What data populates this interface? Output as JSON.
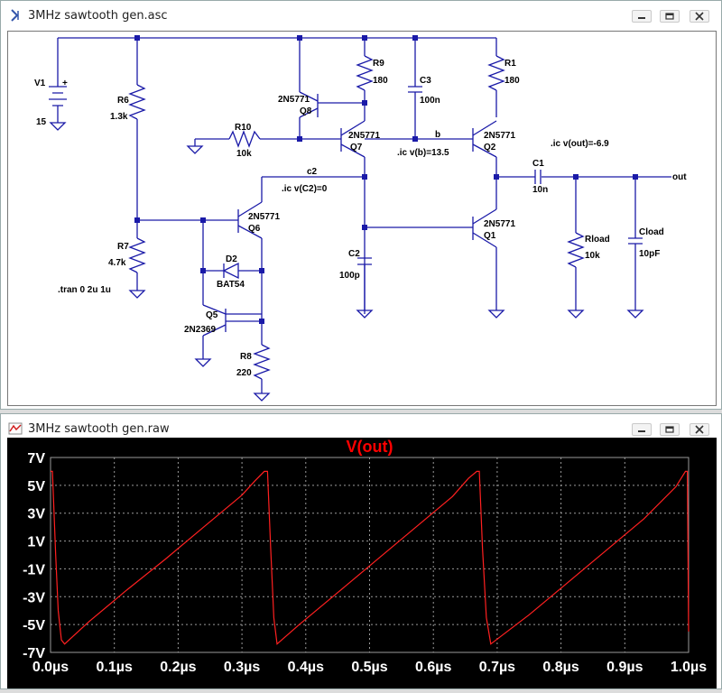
{
  "schematic_window": {
    "title": "3MHz sawtooth gen.asc",
    "components": {
      "V1": "V1",
      "V1_value": "15",
      "V1_plus": "+",
      "R6": "R6",
      "R6_value": "1.3k",
      "R7": "R7",
      "R7_value": "4.7k",
      "R10": "R10",
      "R10_value": "10k",
      "R9": "R9",
      "R9_value": "180",
      "R1": "R1",
      "R1_value": "180",
      "R8": "R8",
      "R8_value": "220",
      "Rload": "Rload",
      "Rload_value": "10k",
      "C3": "C3",
      "C3_value": "100n",
      "C2": "C2",
      "C2_value": "100p",
      "C1": "C1",
      "C1_value": "10n",
      "Cload": "Cload",
      "Cload_value": "10pF",
      "Q8": "Q8",
      "Q8_model": "2N5771",
      "Q7": "Q7",
      "Q7_model": "2N5771",
      "Q2": "Q2",
      "Q2_model": "2N5771",
      "Q6": "Q6",
      "Q6_model": "2N5771",
      "Q1": "Q1",
      "Q1_model": "2N5771",
      "Q5": "Q5",
      "Q5_model": "2N2369",
      "D2": "D2",
      "D2_model": "BAT54"
    },
    "nets": {
      "b": "b",
      "c2": "c2",
      "out": "out"
    },
    "directives": {
      "ic_vb": ".ic v(b)=13.5",
      "ic_vc2": ".ic v(C2)=0",
      "ic_vout": ".ic v(out)=-6.9",
      "tran": ".tran 0 2u 1u"
    }
  },
  "plot_window": {
    "title": "3MHz sawtooth gen.raw"
  },
  "chart_data": {
    "type": "line",
    "title": "V(out)",
    "xlabel": "",
    "ylabel": "",
    "xlim": [
      0.0,
      1.0
    ],
    "ylim": [
      -7,
      7
    ],
    "x_unit": "µs",
    "grid": true,
    "x_ticks": [
      "0.0µs",
      "0.1µs",
      "0.2µs",
      "0.3µs",
      "0.4µs",
      "0.5µs",
      "0.6µs",
      "0.7µs",
      "0.8µs",
      "0.9µs",
      "1.0µs"
    ],
    "x_tick_values": [
      0.0,
      0.1,
      0.2,
      0.3,
      0.4,
      0.5,
      0.6,
      0.7,
      0.8,
      0.9,
      1.0
    ],
    "y_ticks": [
      "7V",
      "5V",
      "3V",
      "1V",
      "-1V",
      "-3V",
      "-5V",
      "-7V"
    ],
    "y_tick_values": [
      7,
      5,
      3,
      1,
      -1,
      -3,
      -5,
      -7
    ],
    "colors": {
      "trace": "#ff2020",
      "title": "#ff0000",
      "axis_text": "#ffffff",
      "grid": "#9a9a9a",
      "background": "#000000"
    },
    "series": [
      {
        "x": [
          0.0,
          0.003,
          0.008,
          0.012,
          0.017,
          0.022,
          0.06,
          0.12,
          0.18,
          0.24,
          0.3,
          0.32,
          0.335,
          0.34,
          0.345,
          0.35,
          0.355,
          0.39,
          0.45,
          0.51,
          0.57,
          0.63,
          0.655,
          0.668,
          0.672,
          0.677,
          0.683,
          0.69,
          0.75,
          0.81,
          0.87,
          0.93,
          0.98,
          0.995,
          0.998,
          1.0
        ],
        "y": [
          6.0,
          6.0,
          0.0,
          -4.0,
          -6.1,
          -6.4,
          -4.8,
          -2.5,
          -0.3,
          2.0,
          4.3,
          5.3,
          6.0,
          6.0,
          0.5,
          -4.5,
          -6.4,
          -5.0,
          -2.7,
          -0.4,
          1.9,
          4.2,
          5.5,
          6.0,
          6.0,
          0.5,
          -4.5,
          -6.4,
          -4.3,
          -2.0,
          0.3,
          2.6,
          4.9,
          6.0,
          6.0,
          -5.5
        ]
      }
    ]
  }
}
